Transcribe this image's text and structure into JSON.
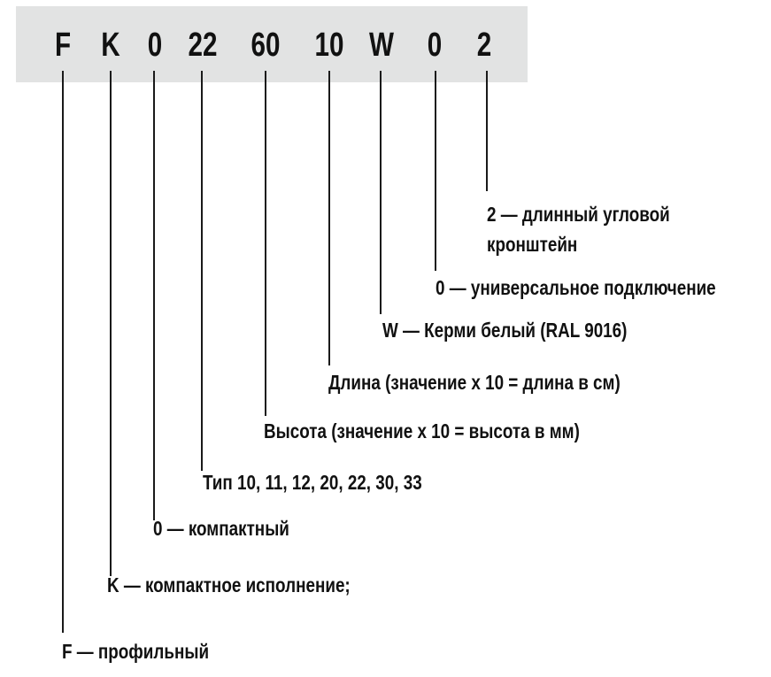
{
  "code": {
    "segments": [
      "F",
      "K",
      "0",
      "22",
      "60",
      "10",
      "W",
      "0",
      "2"
    ]
  },
  "legend": {
    "items": [
      {
        "key": "F",
        "lines": [
          "F — профильный"
        ]
      },
      {
        "key": "K",
        "lines": [
          "K — компактное исполнение;"
        ]
      },
      {
        "key": "0",
        "lines": [
          "0 — компактный"
        ]
      },
      {
        "key": "22",
        "lines": [
          "Тип 10, 11, 12, 20, 22, 30, 33"
        ]
      },
      {
        "key": "60",
        "lines": [
          "Высота (значение x 10 = высота в мм)"
        ]
      },
      {
        "key": "10",
        "lines": [
          "Длина (значение x 10 = длина в см)"
        ]
      },
      {
        "key": "W",
        "lines": [
          "W — Керми белый (RAL 9016)"
        ]
      },
      {
        "key": "0",
        "lines": [
          "0 — универсальное подключение"
        ]
      },
      {
        "key": "2",
        "lines": [
          "2 — длинный угловой",
          "кронштейн"
        ]
      }
    ]
  },
  "colors": {
    "box_background": "#e2e3e3",
    "text": "#111111",
    "leader_line": "#1a1a1a"
  }
}
